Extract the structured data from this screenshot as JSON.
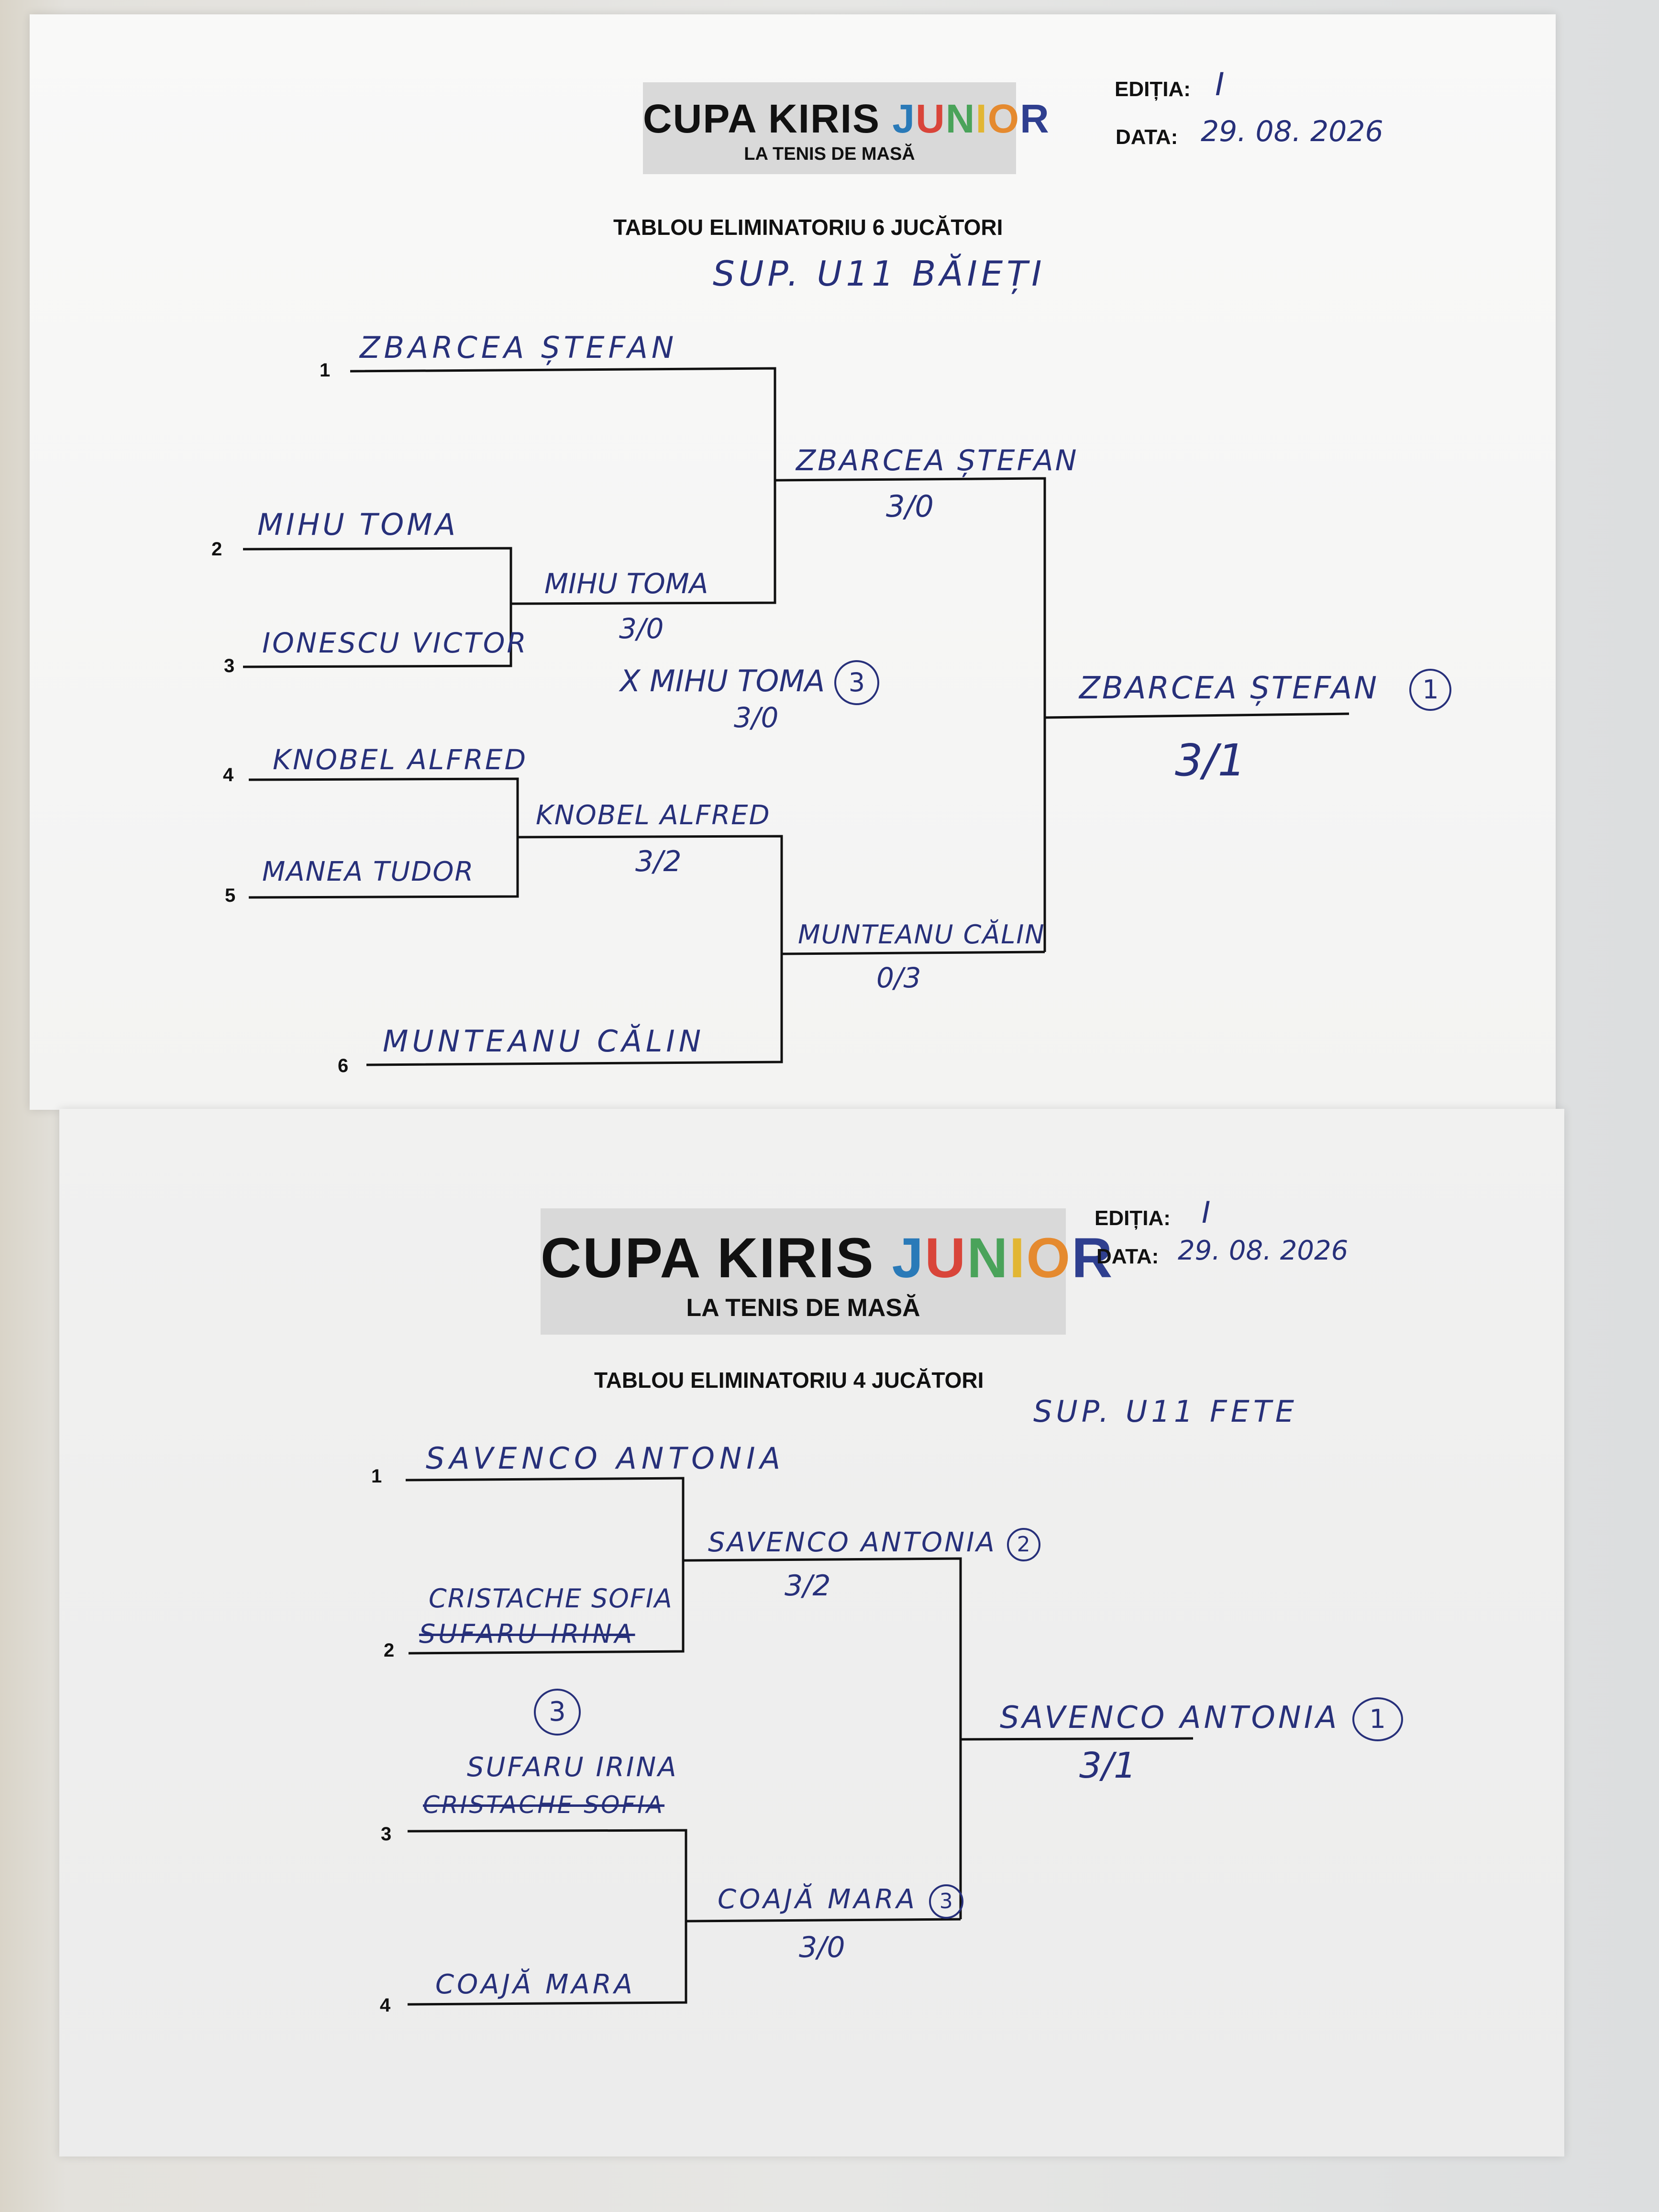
{
  "colors": {
    "ink": "#27307a",
    "logo_bg": "#d9d9d9",
    "j": "#2a7ab8",
    "u": "#d9453a",
    "n": "#4aa35a",
    "i": "#e2b633",
    "o": "#e58a2f",
    "r": "#2f3f8f"
  },
  "top": {
    "logo_line1": "CUPA KIRIS ",
    "logo_junior": [
      "J",
      "U",
      "N",
      "I",
      "O",
      "R"
    ],
    "logo_line2": "LA TENIS DE MASĂ",
    "editia_label": "EDIȚIA:",
    "editia_value": "I",
    "data_label": "DATA:",
    "data_value": "29. 08. 2026",
    "title": "TABLOU ELIMINATORIU 6 JUCĂTORI",
    "category": "SUP. U11 BĂIEȚI",
    "seeds": [
      "1",
      "2",
      "3",
      "4",
      "5",
      "6"
    ],
    "players": [
      "ZBARCEA ȘTEFAN",
      "MIHU TOMA",
      "IONESCU VICTOR",
      "KNOBEL ALFRED",
      "MANEA TUDOR",
      "MUNTEANU CĂLIN"
    ],
    "r1_m1_winner": "MIHU TOMA",
    "r1_m1_score": "3/0",
    "r1_m2_winner": "KNOBEL ALFRED",
    "r1_m2_score": "3/2",
    "semi_top_winner": "ZBARCEA ȘTEFAN",
    "semi_top_score": "3/0",
    "semi_bottom_winner": "MUNTEANU CĂLIN",
    "semi_bottom_score": "0/3",
    "third_place": "X MIHU TOMA",
    "third_rank": "3",
    "third_score": "3/0",
    "final_winner": "ZBARCEA ȘTEFAN",
    "final_rank": "1",
    "final_score": "3/1"
  },
  "bottom": {
    "logo_line1": "CUPA KIRIS ",
    "logo_junior": [
      "J",
      "U",
      "N",
      "I",
      "O",
      "R"
    ],
    "logo_line2": "LA TENIS DE MASĂ",
    "editia_label": "EDIȚIA:",
    "editia_value": "I",
    "data_label": "DATA:",
    "data_value": "29. 08. 2026",
    "title": "TABLOU ELIMINATORIU 4 JUCĂTORI",
    "category": "SUP. U11 FETE",
    "seeds": [
      "1",
      "2",
      "3",
      "4"
    ],
    "p1": "SAVENCO ANTONIA",
    "p2": "CRISTACHE SOFIA",
    "p2_struck": "SUFARU IRINA",
    "p3": "SUFARU IRINA",
    "p3_struck": "CRISTACHE SOFIA",
    "p4": "COAJĂ MARA",
    "mid_rank": "3",
    "semi_top_winner": "SAVENCO ANTONIA",
    "semi_top_rank": "2",
    "semi_top_score": "3/2",
    "semi_bottom_winner": "COAJĂ MARA",
    "semi_bottom_rank": "3",
    "semi_bottom_score": "3/0",
    "final_winner": "SAVENCO ANTONIA",
    "final_rank": "1",
    "final_score": "3/1"
  }
}
